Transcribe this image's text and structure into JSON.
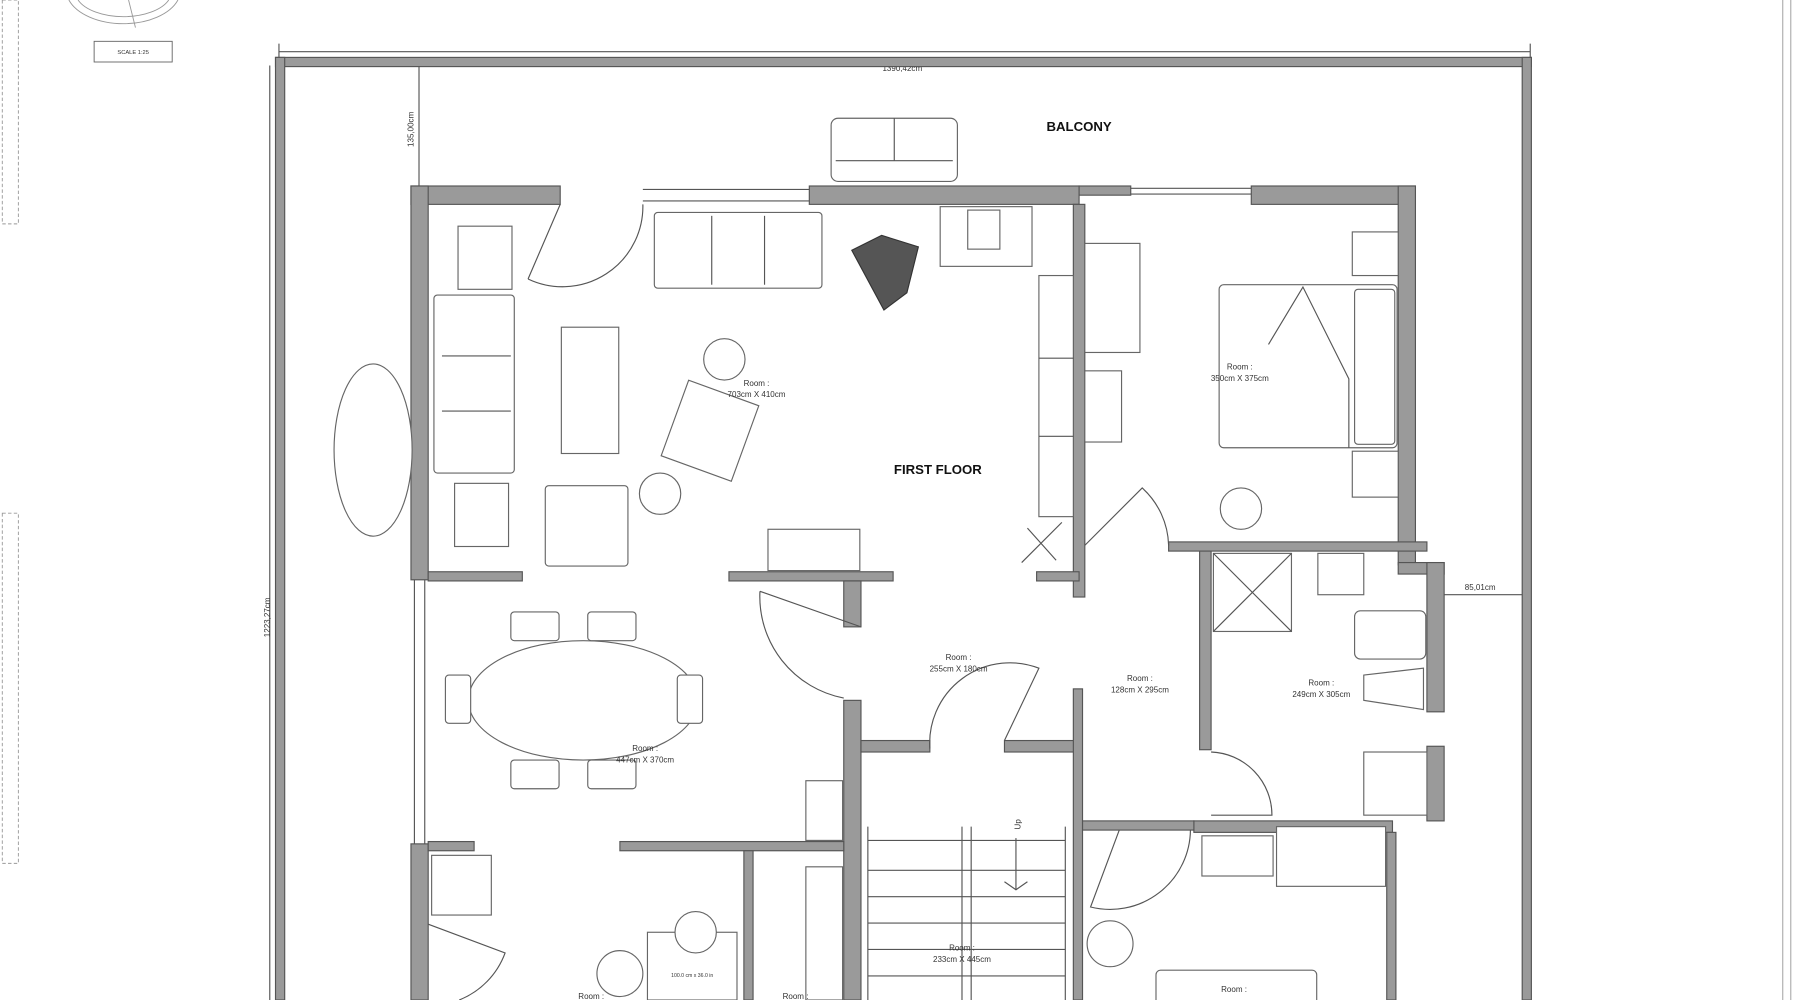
{
  "scale_label": "SCALE  1:25",
  "dimensions": {
    "top_width": "1390,42cm",
    "balcony_depth": "135,00cm",
    "left_height": "1223,27cm",
    "right_offset": "85,01cm"
  },
  "labels": {
    "balcony": "BALCONY",
    "floor": "FIRST FLOOR",
    "stairs_up": "Up",
    "desk_size": "100.0 cm x 36.0 in"
  },
  "rooms": [
    {
      "title": "Room :",
      "size": "703cm X 410cm"
    },
    {
      "title": "Room :",
      "size": "350cm X 375cm"
    },
    {
      "title": "Room :",
      "size": "255cm X 180cm"
    },
    {
      "title": "Room :",
      "size": "128cm X 295cm"
    },
    {
      "title": "Room :",
      "size": "249cm X 305cm"
    },
    {
      "title": "Room :",
      "size": "447cm X 370cm"
    },
    {
      "title": "Room :",
      "size": "233cm X 445cm"
    },
    {
      "title": "Room :"
    },
    {
      "title": "Room :"
    },
    {
      "title": "Room :"
    }
  ]
}
